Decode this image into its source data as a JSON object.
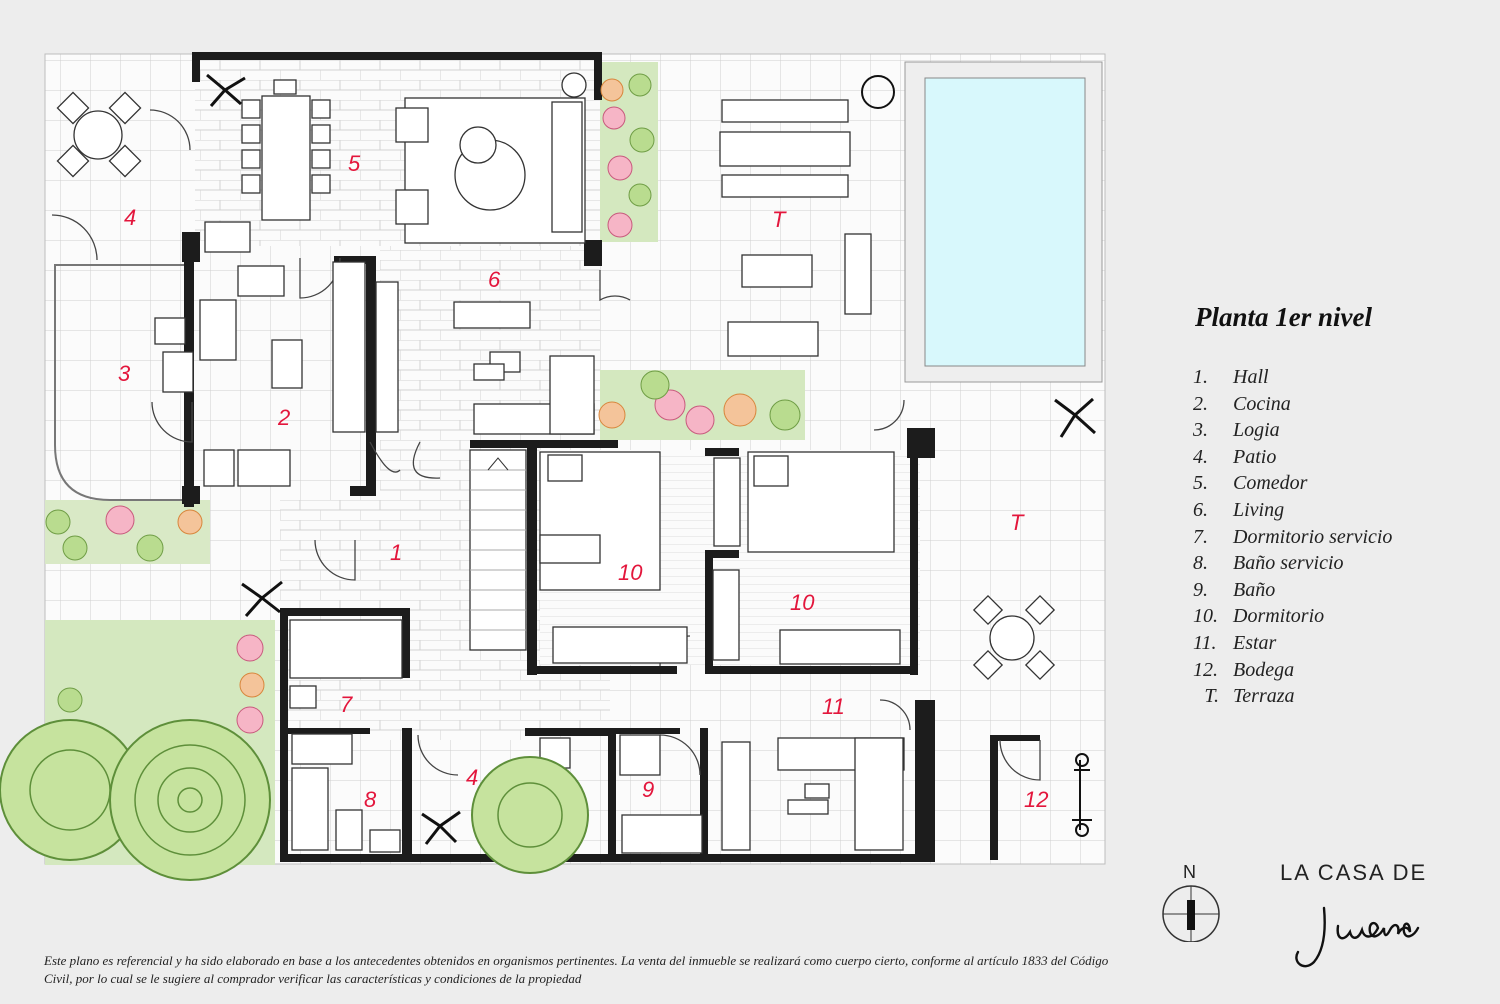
{
  "legend": {
    "title": "Planta 1er nivel",
    "items": [
      {
        "num": "1.",
        "label": "Hall"
      },
      {
        "num": "2.",
        "label": "Cocina"
      },
      {
        "num": "3.",
        "label": "Logia"
      },
      {
        "num": "4.",
        "label": "Patio"
      },
      {
        "num": "5.",
        "label": "Comedor"
      },
      {
        "num": "6.",
        "label": "Living"
      },
      {
        "num": "7.",
        "label": "Dormitorio servicio"
      },
      {
        "num": "8.",
        "label": "Baño servicio"
      },
      {
        "num": "9.",
        "label": "Baño"
      },
      {
        "num": "10.",
        "label": "Dormitorio"
      },
      {
        "num": "11.",
        "label": "Estar"
      },
      {
        "num": "12.",
        "label": "Bodega"
      },
      {
        "num": "T.",
        "label": "Terraza"
      }
    ]
  },
  "rooms": {
    "hall": "1",
    "cocina": "2",
    "logia": "3",
    "patio_top": "4",
    "patio_bottom": "4",
    "comedor": "5",
    "living": "6",
    "dorm_servicio": "7",
    "bano_servicio": "8",
    "bano": "9",
    "dorm_a": "10",
    "dorm_b": "10",
    "estar": "11",
    "bodega": "12",
    "terraza_top": "T",
    "terraza_right": "T"
  },
  "compass": {
    "north": "N"
  },
  "brand": {
    "top": "LA CASA DE",
    "script": "Juana"
  },
  "disclaimer": "Este plano es referencial y ha sido elaborado en base a los antecedentes obtenidos en organismos pertinentes.  La venta del inmueble se realizará como cuerpo cierto, conforme al artículo 1833 del Código Civil, por lo cual se le sugiere al comprador verificar las características y condiciones de la propiedad",
  "colors": {
    "room_label": "#e3163c",
    "wall": "#1c1c1c",
    "pool": "#d8f8fc",
    "garden": "#d4e8bf",
    "floor": "#fbfbfb"
  }
}
